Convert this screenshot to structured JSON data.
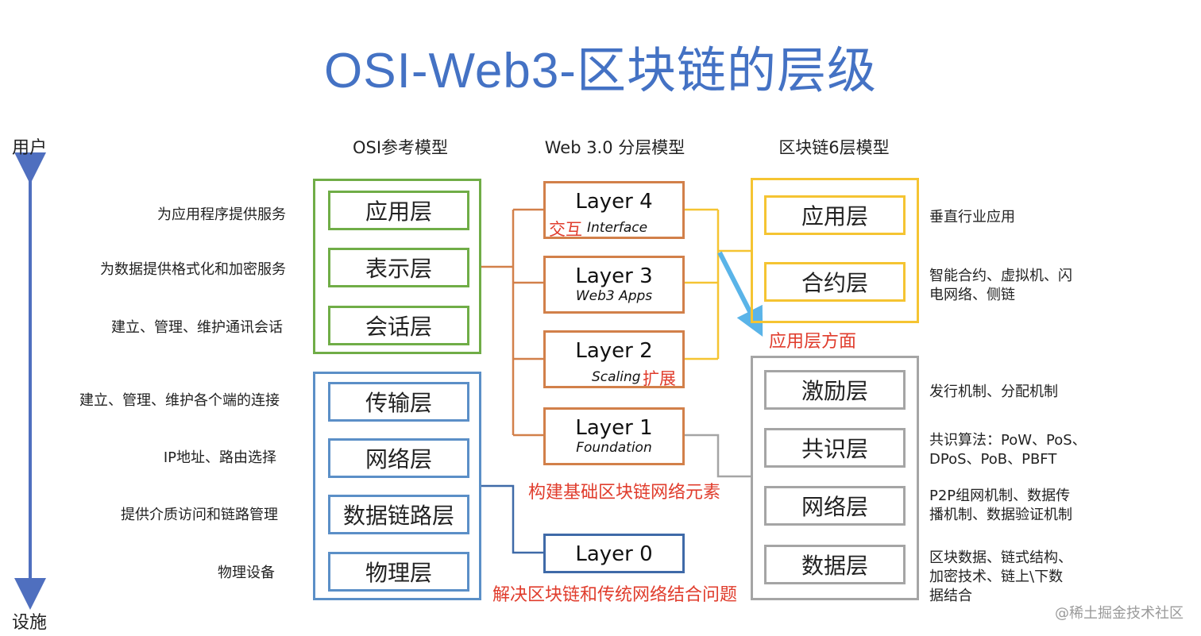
{
  "title": "OSI-Web3-区块链的层级",
  "axis": {
    "top": "用户",
    "bottom": "设施"
  },
  "columns": {
    "osi": "OSI参考模型",
    "web3": "Web 3.0 分层模型",
    "blockchain": "区块链6层模型"
  },
  "osi_descriptions": [
    "为应用程序提供服务",
    "为数据提供格式化和加密服务",
    "建立、管理、维护通讯会话",
    "建立、管理、维护各个端的连接",
    "IP地址、路由选择",
    "提供介质访问和链路管理",
    "物理设备"
  ],
  "osi_layers": [
    "应用层",
    "表示层",
    "会话层",
    "传输层",
    "网络层",
    "数据链路层",
    "物理层"
  ],
  "web3_layers": [
    {
      "name": "Layer 4",
      "sub": "Interface",
      "tag": "交互"
    },
    {
      "name": "Layer 3",
      "sub": "Web3 Apps"
    },
    {
      "name": "Layer 2",
      "sub": "Scaling",
      "tag": "扩展"
    },
    {
      "name": "Layer 1",
      "sub": "Foundation"
    },
    {
      "name": "Layer 0"
    }
  ],
  "annotations": {
    "app_aspect": "应用层方面",
    "layer1_note": "构建基础区块链网络元素",
    "layer0_note": "解决区块链和传统网络结合问题"
  },
  "blockchain_layers": [
    "应用层",
    "合约层",
    "激励层",
    "共识层",
    "网络层",
    "数据层"
  ],
  "blockchain_descriptions": {
    "app": "垂直行业应用",
    "contract_1": "智能合约、虚拟机、闪",
    "contract_2": "电网络、侧链",
    "incentive": "发行机制、分配机制",
    "consensus_1": "共识算法：PoW、PoS、",
    "consensus_2": "DPoS、PoB、PBFT",
    "network_1": "P2P组网机制、数据传",
    "network_2": "播机制、数据验证机制",
    "data_1": "区块数据、链式结构、",
    "data_2": "加密技术、链上\\下数",
    "data_3": "据结合"
  },
  "watermark": "@稀土掘金技术社区",
  "colors": {
    "title": "#4472c4",
    "green": "#70ad47",
    "blue": "#5b8fc7",
    "orange": "#d2804a",
    "yellow": "#f5c432",
    "gray": "#a5a5a5",
    "red": "#e03c2c",
    "arrow": "#5ab4e8",
    "axis": "#4f6fbf"
  }
}
